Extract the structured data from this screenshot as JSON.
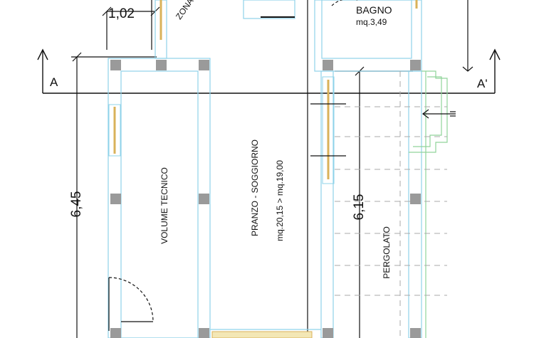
{
  "labels": {
    "dim_top": "1,02",
    "zona_cucina": "ZONA CUCI",
    "bagno": "BAGNO",
    "bagno_area": "mq.3,49",
    "section_a": "A",
    "section_a_prime": "A'",
    "dim_left": "6,45",
    "dim_right": "6,15",
    "volume_tecnico": "VOLUME TECNICO",
    "pranzo_soggiorno": "PRANZO - SOGGIORNO",
    "pranzo_area": "mq.20,15 > mq.19,00",
    "pergolato": "PERGOLATO"
  },
  "colors": {
    "wall_line": "#8fd3ea",
    "column": "#9a9a9a",
    "pergola_line": "#90d49a",
    "window": "#d9b25a",
    "ink": "#111111"
  }
}
